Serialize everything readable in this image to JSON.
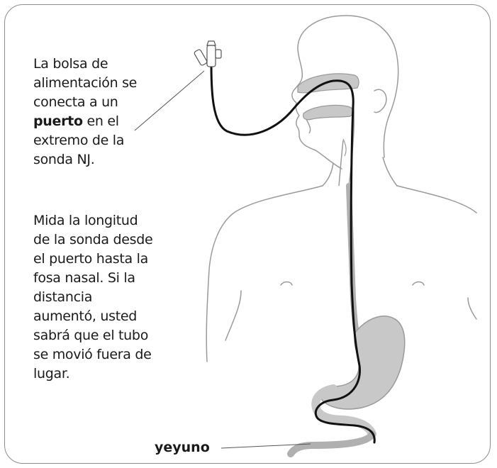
{
  "callouts": {
    "port_part1": "La bolsa de alimentación se conecta a un",
    "port_bold": "puerto",
    "port_part2": "en el extremo de la sonda NJ.",
    "measure": "Mida la longitud de la sonda desde el puerto hasta la fosa nasal. Si la distancia aumentó, usted sabrá que el tubo se movió fuera de lugar."
  },
  "labels": {
    "jejunum": "yeyuno"
  },
  "colors": {
    "outline": "#9a9a9a",
    "organ_fill": "#c8c8c8",
    "tube": "#111111",
    "frame": "#8c8c8c"
  }
}
